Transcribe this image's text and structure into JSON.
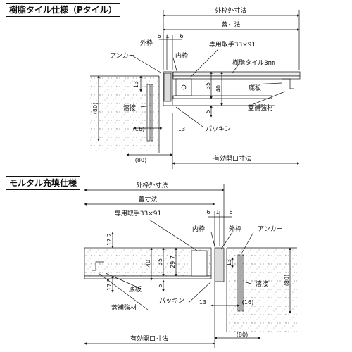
{
  "sections": {
    "top": {
      "title": "樹脂タイル仕様（Pタイル）",
      "labels": {
        "outer_outer": "外枠外寸法",
        "lid": "蓋寸法",
        "outer_frame": "外枠",
        "d6a": "6",
        "d1": "1",
        "d6b": "6",
        "handle": "専用取手33×91",
        "anchor": "アンカー",
        "inner_frame": "内枠",
        "tile": "樹脂タイル3㎜",
        "d13": "13",
        "d35": "35",
        "d40": "40",
        "d5": "5",
        "d80v": "(80)",
        "welding": "溶接",
        "floor": "底板",
        "rib": "蓋補強材",
        "d16": "(16)",
        "d13b": "13",
        "packing": "パッキン",
        "d80h": "(80)",
        "opening": "有効開口寸法"
      }
    },
    "bottom": {
      "title": "モルタル充填仕様",
      "labels": {
        "outer_outer": "外枠外寸法",
        "lid": "蓋寸法",
        "handle": "専用取手33×91",
        "d6a": "6",
        "d1": "1",
        "d6b": "6",
        "inner_frame": "内枠",
        "outer_frame": "外枠",
        "anchor": "アンカー",
        "d12_2": "12.2",
        "d40": "40",
        "d35": "35",
        "d29_7": "29.7",
        "d13": "13",
        "d17_5": "17.5",
        "floor": "底板",
        "d5": "5",
        "welding": "溶接",
        "d80v": "(80)",
        "rib": "蓋補強材",
        "packing": "パッキン",
        "d13b": "13",
        "d16": "(16)",
        "opening": "有効開口寸法",
        "d80h": "(80)"
      }
    }
  }
}
